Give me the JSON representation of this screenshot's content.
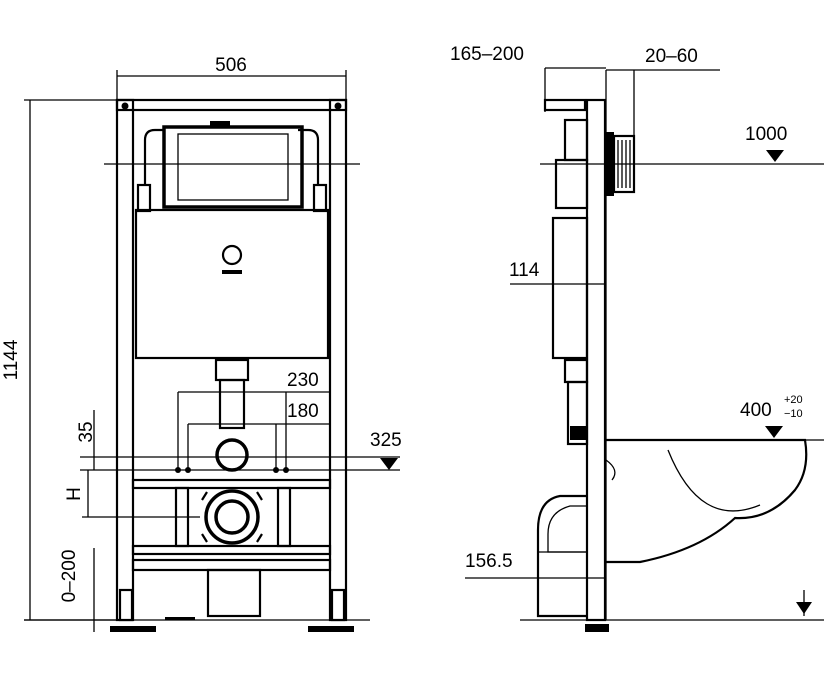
{
  "dimensions": {
    "frame_width": "506",
    "overall_height": "1144",
    "foot_adjust": "0–200",
    "pipe_height": "H",
    "pipe_offset": "35",
    "bolt_spacing_outer": "230",
    "bolt_spacing_inner": "180",
    "bolt_height": "325",
    "wall_gap": "165–200",
    "wall_thickness": "20–60",
    "button_height": "1000",
    "frame_depth": "114",
    "bowl_height_base": "400",
    "bowl_height_tol_plus": "+20",
    "bowl_height_tol_minus": "−10",
    "drain_depth": "156.5"
  }
}
